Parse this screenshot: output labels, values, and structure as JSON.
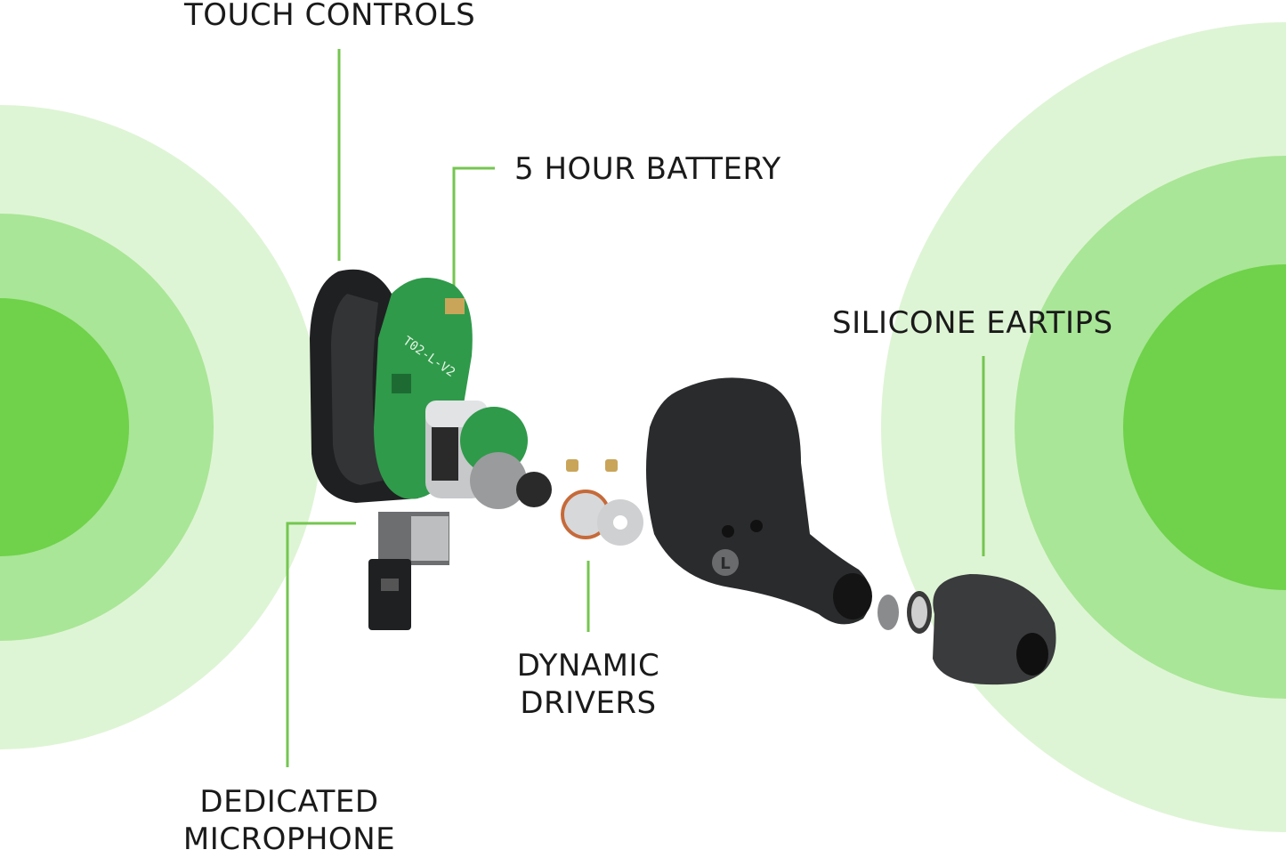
{
  "colors": {
    "ring_outer": "#def5d5",
    "ring_middle": "#a9e697",
    "ring_inner": "#6fd24a",
    "leader_line": "#74c64f",
    "pcb": "#2f9a4a",
    "earbud": "#2a2b2d"
  },
  "labels": {
    "touch_controls": "TOUCH CONTROLS",
    "battery": "5 HOUR BATTERY",
    "eartips": "SILICONE EARTIPS",
    "drivers_line1": "DYNAMIC",
    "drivers_line2": "DRIVERS",
    "mic_line1": "DEDICATED",
    "mic_line2": "MICROPHONE"
  },
  "parts": {
    "pcb_marking": "T02-L-V2",
    "earbud_side": "L"
  }
}
